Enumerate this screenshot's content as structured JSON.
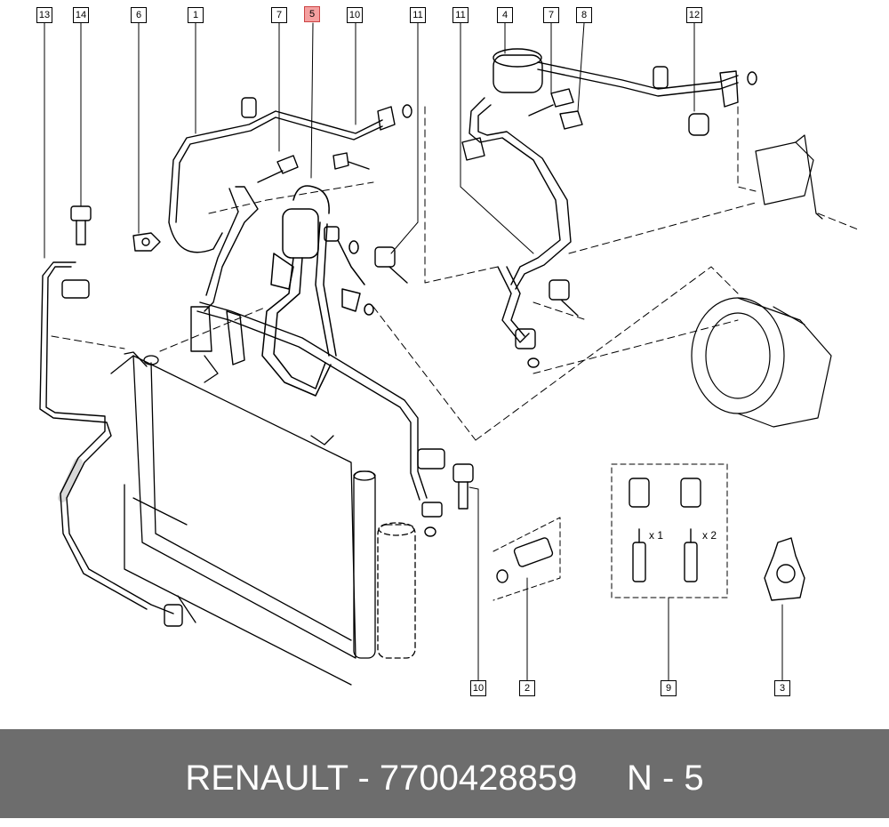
{
  "callouts": {
    "c13": "13",
    "c14": "14",
    "c6": "6",
    "c1": "1",
    "c7a": "7",
    "c5": "5",
    "c10a": "10",
    "c11a": "11",
    "c11b": "11",
    "c4": "4",
    "c7b": "7",
    "c8": "8",
    "c12": "12",
    "c10b": "10",
    "c2": "2",
    "c9": "9",
    "c3": "3"
  },
  "qty": {
    "x1": "x 1",
    "x2": "x 2"
  },
  "footer": {
    "brand": "RENAULT",
    "part_number": "7700428859",
    "ref": "N - 5",
    "text": "RENAULT - 7700428859     N - 5"
  },
  "colors": {
    "highlight": "#f4a0a0",
    "footer_bg": "#6d6d6d",
    "footer_text": "#ffffff"
  }
}
